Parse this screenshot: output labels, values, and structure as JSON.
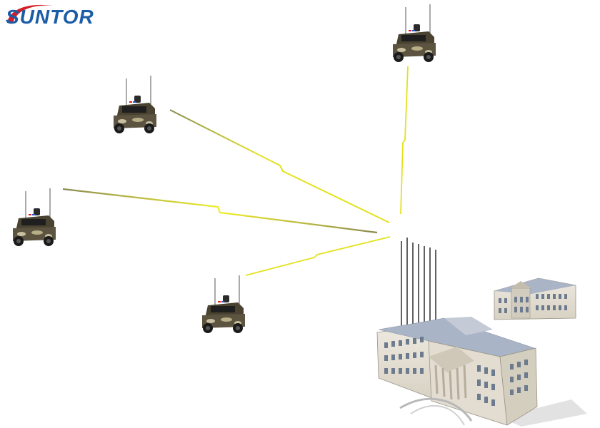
{
  "brand": {
    "name": "SUNTOR",
    "color": "#1c5da8",
    "swoosh_color": "#d32027"
  },
  "nodes": [
    {
      "id": "vehicle-top-right",
      "type": "armored-vehicle"
    },
    {
      "id": "vehicle-upper-left",
      "type": "armored-vehicle"
    },
    {
      "id": "vehicle-left",
      "type": "armored-vehicle"
    },
    {
      "id": "vehicle-center",
      "type": "armored-vehicle"
    },
    {
      "id": "command-center",
      "type": "building-with-antennas"
    }
  ],
  "colors": {
    "link_primary": "#e3e21f",
    "link_shadow": "#8a8a52",
    "vehicle_body": "#4a4332",
    "vehicle_camo": "#c8c0a0",
    "building_wall": "#e6e2d8",
    "building_roof": "#a9b4c6"
  }
}
